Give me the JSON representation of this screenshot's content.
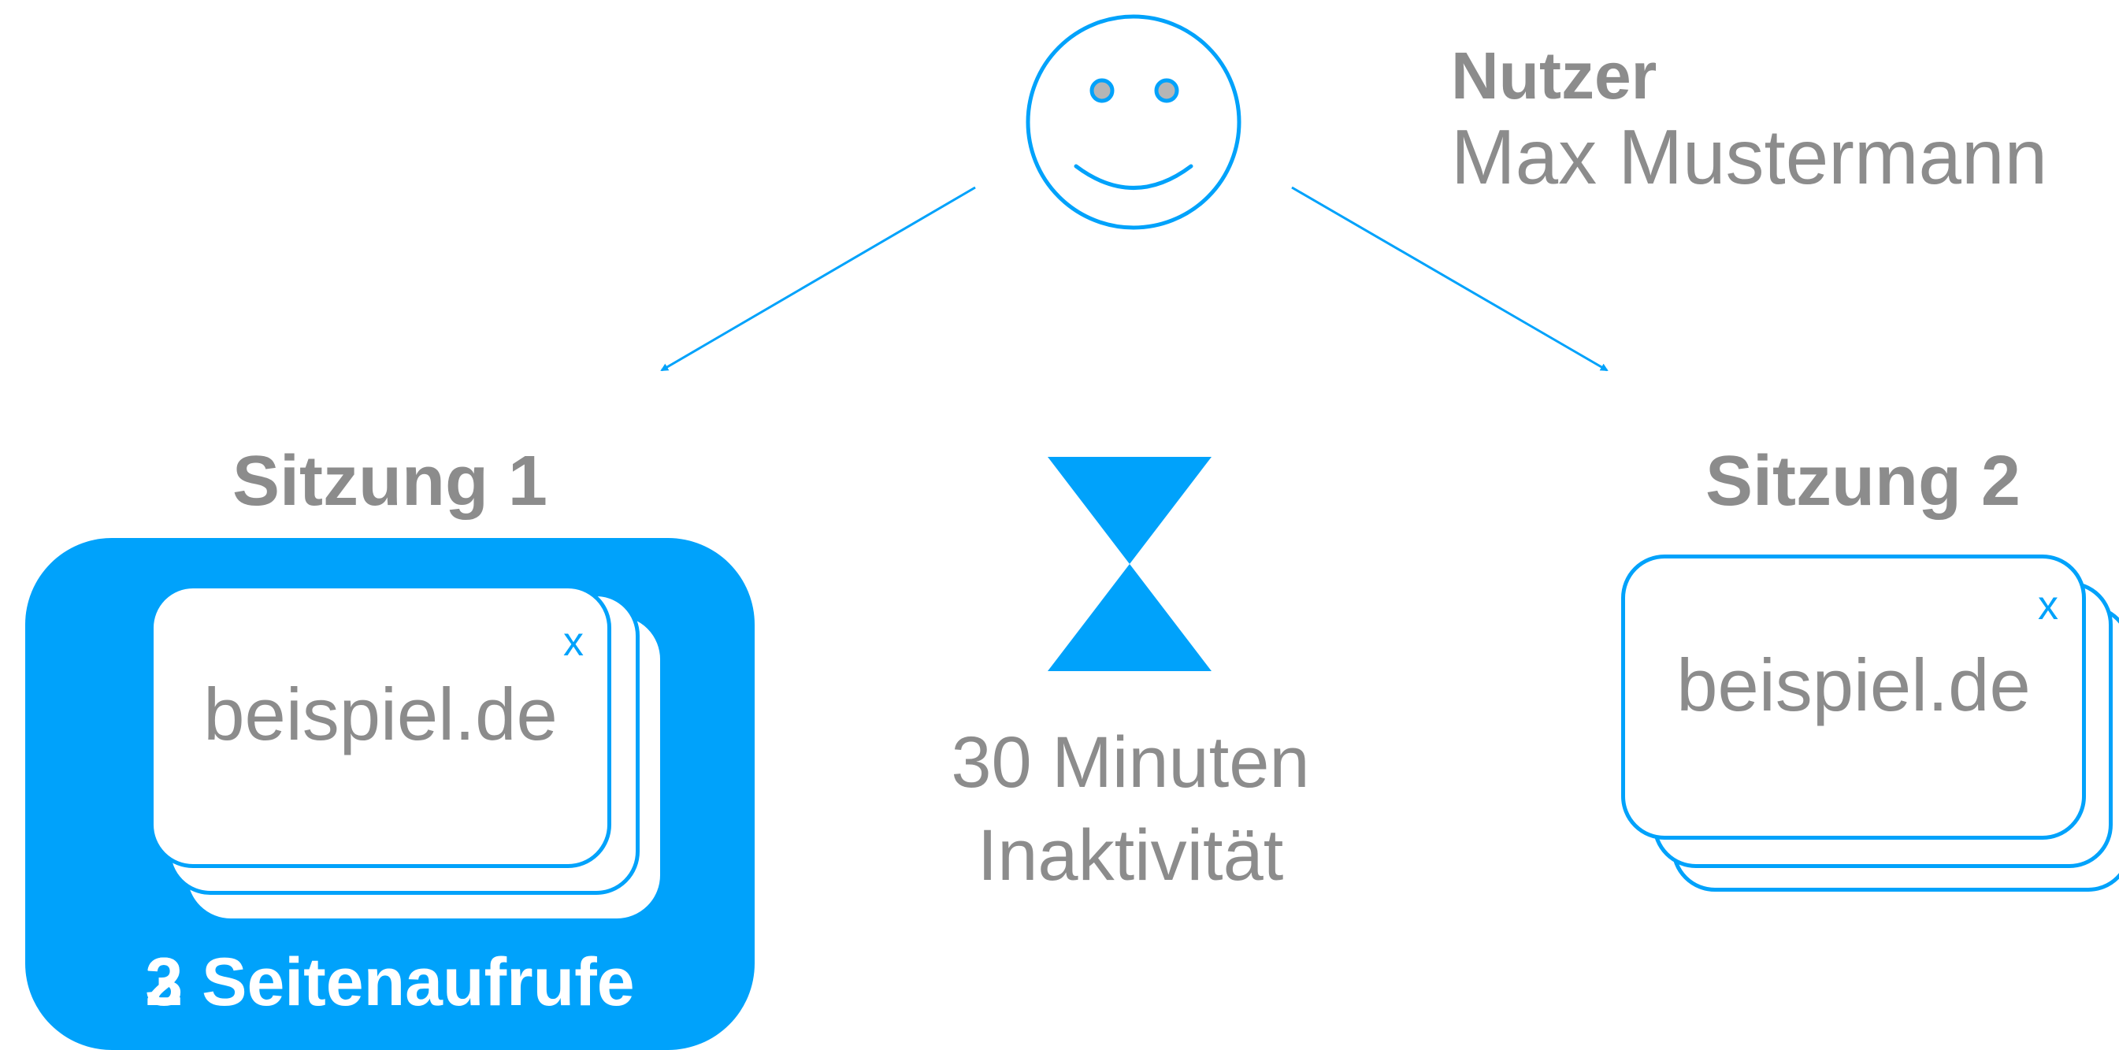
{
  "user": {
    "role_label": "Nutzer",
    "name": "Max Mustermann",
    "face_icon": "smiley-face-icon"
  },
  "session1": {
    "title": "Sitzung 1",
    "page": {
      "host": "beispiel.de",
      "close": "x"
    },
    "caption_text": "2 Seitenaufrufe",
    "caption_overlay_digit": "3",
    "highlighted": true
  },
  "session2": {
    "title": "Sitzung 2",
    "page": {
      "host": "beispiel.de",
      "close": "x"
    }
  },
  "gap": {
    "icon": "hourglass-icon",
    "label_line1": "30 Minuten",
    "label_line2": "Inaktivität"
  },
  "colors": {
    "accent": "#00a2fb",
    "text": "#8c8c8c",
    "background": "#ffffff"
  }
}
